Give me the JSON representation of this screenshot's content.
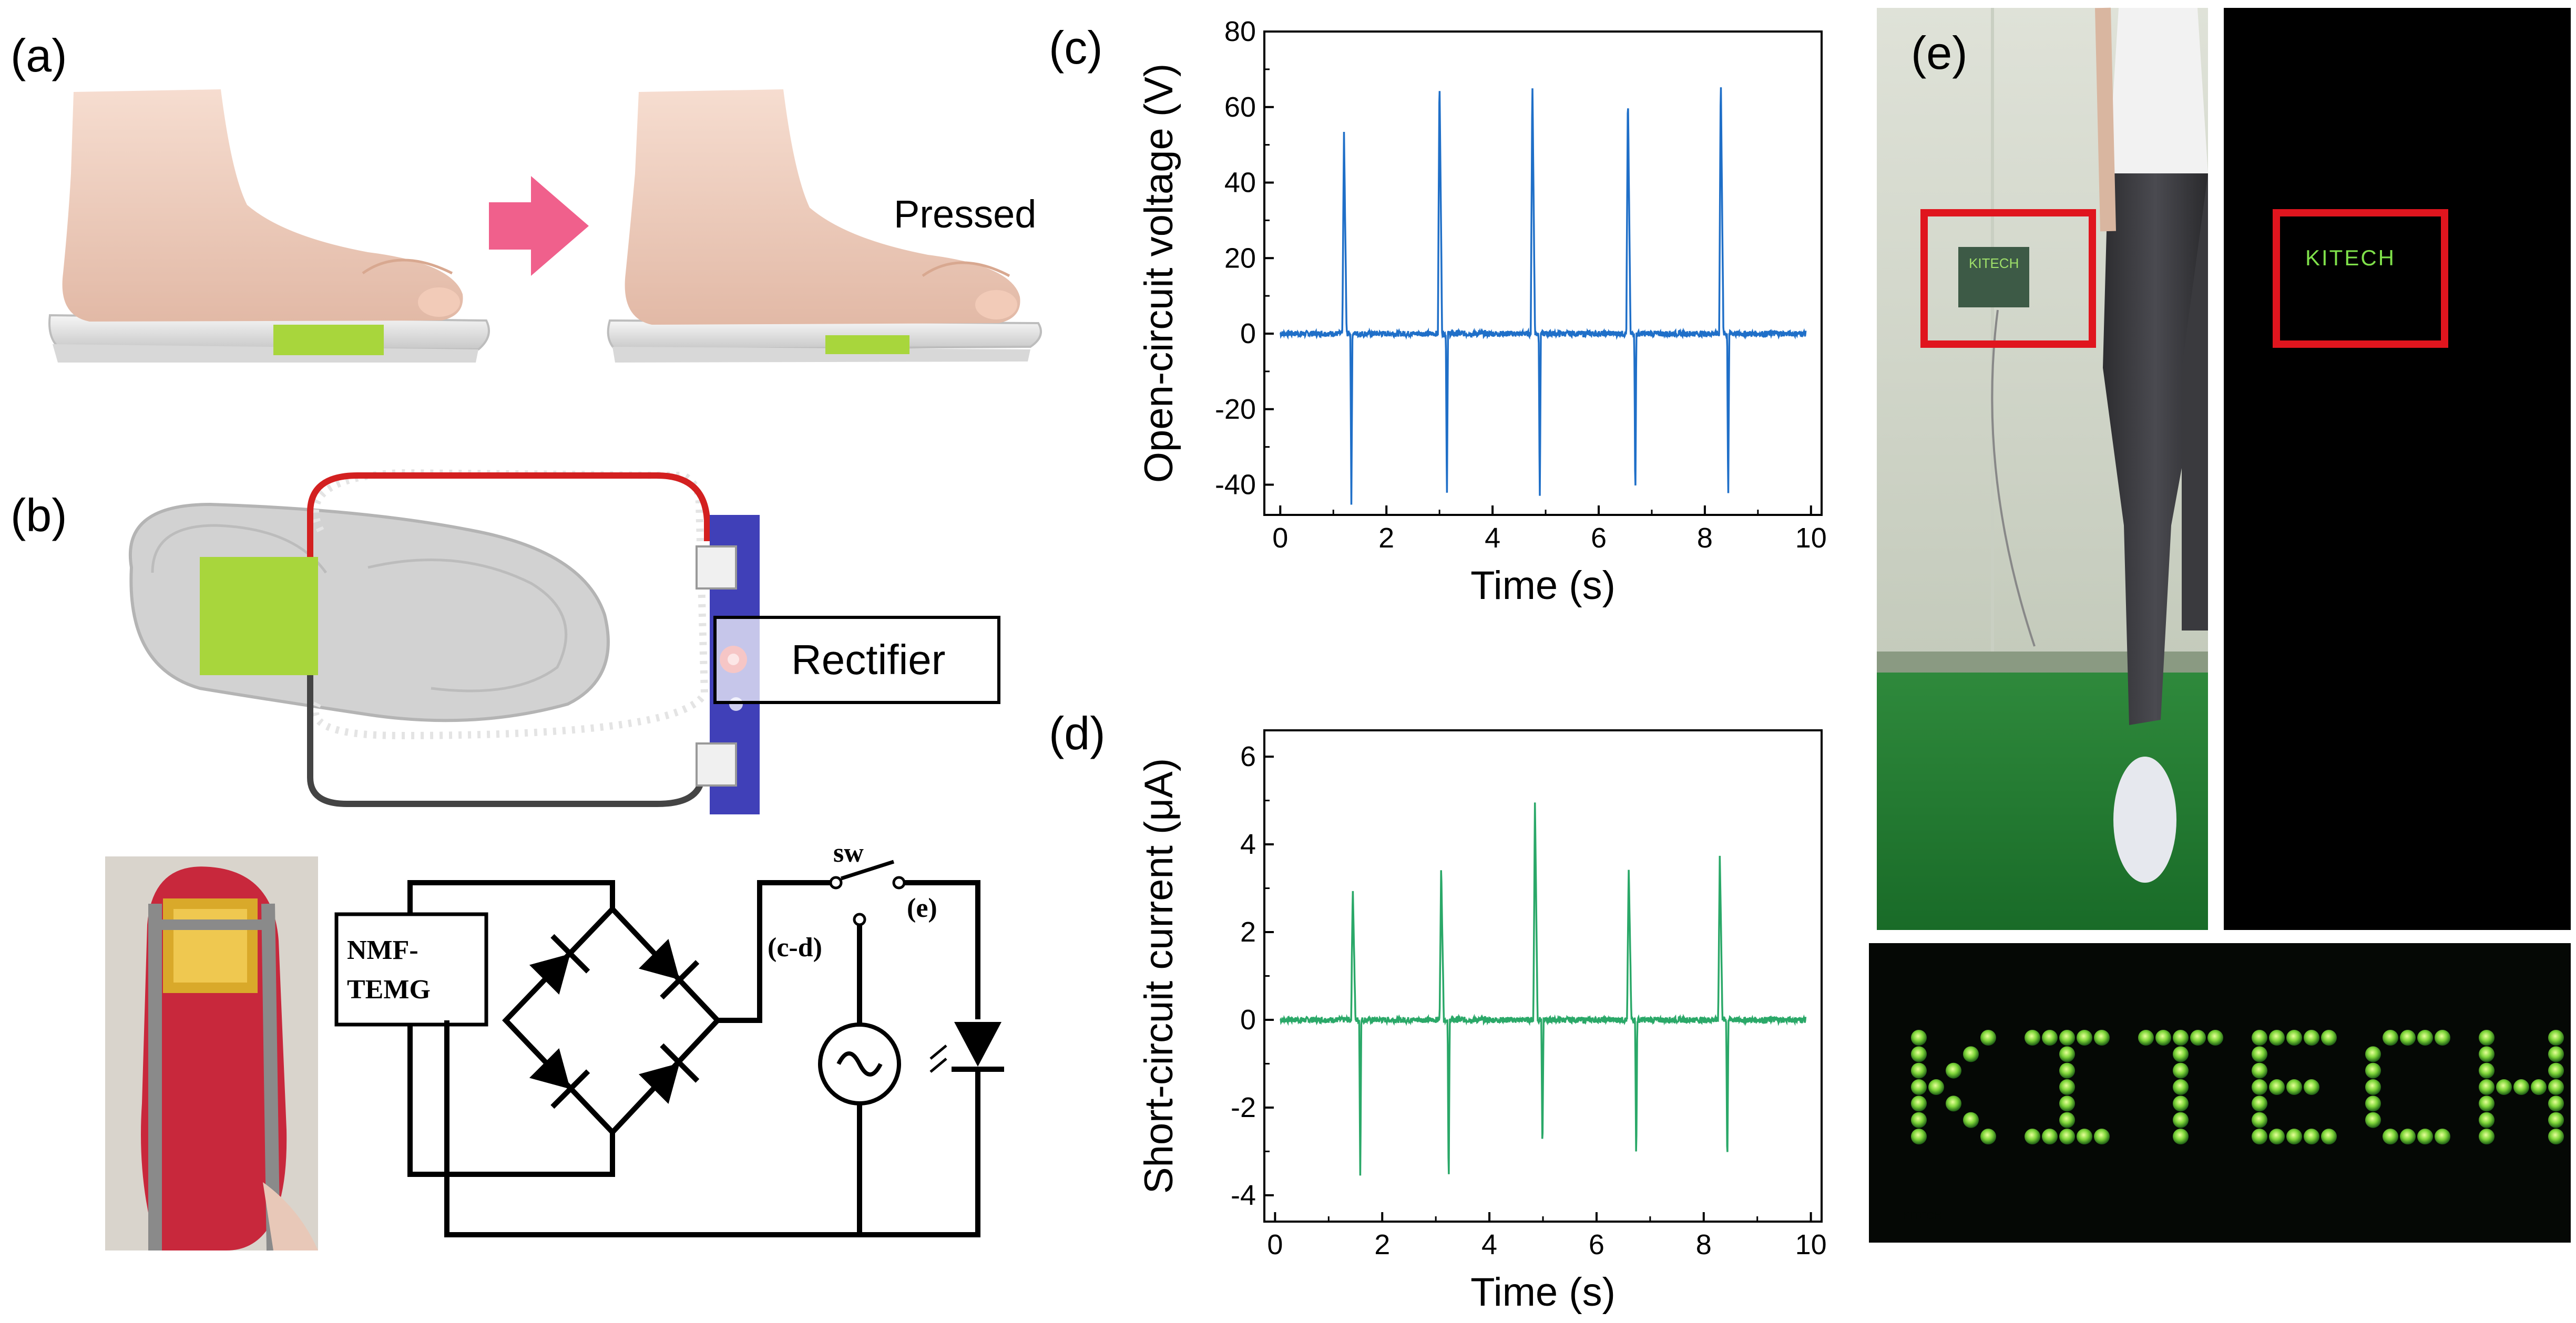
{
  "panel_labels": {
    "a": "(a)",
    "b": "(b)",
    "c": "(c)",
    "d": "(d)",
    "e": "(e)"
  },
  "panel_a": {
    "pressed_label": "Pressed"
  },
  "panel_b": {
    "rectifier_label": "Rectifier",
    "device_label_line1": "NMF-",
    "device_label_line2": "TEMG",
    "switch_label": "sw",
    "node_cd_label": "(c-d)",
    "node_e_label": "(e)"
  },
  "panel_e": {
    "sign_text": "KITECH",
    "led_text": "KITECH"
  },
  "colors": {
    "sensor_green": "#a8d63c",
    "arrow_pink": "#f0608c",
    "voltage_trace": "#1f6fc8",
    "current_trace": "#2aa868",
    "highlight_box": "#e0151e",
    "rectifier_board": "#4040b8",
    "insole_red": "#c8283c"
  },
  "chart_data": [
    {
      "type": "line",
      "panel": "(c)",
      "xlabel": "Time (s)",
      "ylabel": "Open-circuit voltage (V)",
      "xlim": [
        -0.3,
        10.2
      ],
      "ylim": [
        -48,
        80
      ],
      "xticks": [
        0,
        2,
        4,
        6,
        8,
        10
      ],
      "yticks": [
        -40,
        -20,
        0,
        20,
        40,
        60,
        80
      ],
      "baseline": 0,
      "pulses": [
        {
          "t": 1.2,
          "peak": 54,
          "trough": -45
        },
        {
          "t": 3.0,
          "peak": 69,
          "trough": -45
        },
        {
          "t": 4.75,
          "peak": 68,
          "trough": -45
        },
        {
          "t": 6.55,
          "peak": 64,
          "trough": -45
        },
        {
          "t": 8.3,
          "peak": 69,
          "trough": -45
        }
      ]
    },
    {
      "type": "line",
      "panel": "(d)",
      "xlabel": "Time (s)",
      "ylabel": "Short-circuit current (μA)",
      "xlim": [
        -0.2,
        10.2
      ],
      "ylim": [
        -4.6,
        6.6
      ],
      "xticks": [
        0,
        2,
        4,
        6,
        8,
        10
      ],
      "yticks": [
        -4,
        -2,
        0,
        2,
        4,
        6
      ],
      "baseline": 0,
      "pulses": [
        {
          "t": 1.45,
          "peak": 3.1,
          "trough": -3.6
        },
        {
          "t": 3.1,
          "peak": 3.5,
          "trough": -4.0
        },
        {
          "t": 4.85,
          "peak": 5.0,
          "trough": -3.2
        },
        {
          "t": 6.6,
          "peak": 3.5,
          "trough": -3.4
        },
        {
          "t": 8.3,
          "peak": 3.8,
          "trough": -3.5
        }
      ]
    }
  ]
}
